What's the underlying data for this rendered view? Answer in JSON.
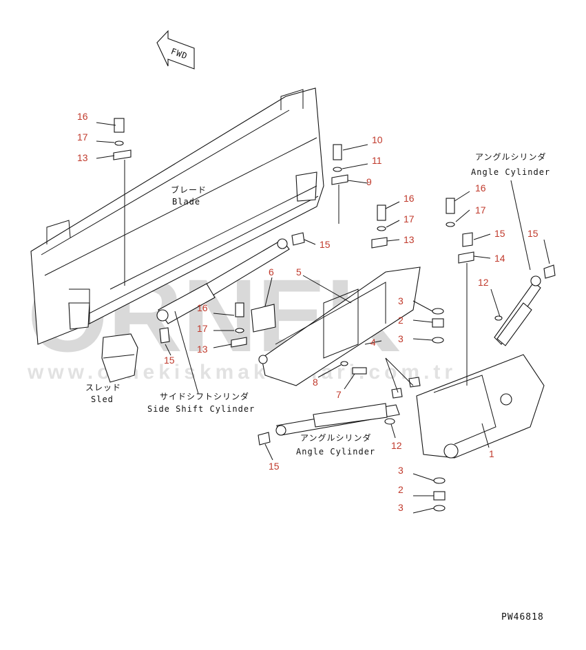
{
  "diagram": {
    "fwd_label": "FWD",
    "drawing_code": "PW46818",
    "watermark": {
      "brand": "ÖRNEK",
      "url": "www.ornekiskmakinalari.com.tr"
    },
    "component_labels": {
      "blade_jp": "ブレード",
      "blade_en": "Blade",
      "sled_jp": "スレッド",
      "sled_en": "Sled",
      "side_shift_jp": "サイドシフトシリンダ",
      "side_shift_en": "Side Shift Cylinder",
      "angle_cyl_jp": "アングルシリンダ",
      "angle_cyl_en": "Angle Cylinder",
      "angle_cyl2_jp": "アングルシリンダ",
      "angle_cyl2_en": "Angle Cylinder"
    },
    "callouts": {
      "c16a": "16",
      "c17a": "17",
      "c13a": "13",
      "c10": "10",
      "c11": "11",
      "c9": "9",
      "c16b": "16",
      "c17b": "17",
      "c13b": "13",
      "c16c": "16",
      "c17c": "17",
      "c14": "14",
      "c15a": "15",
      "c15b": "15",
      "c15c": "15",
      "c15d": "15",
      "c6": "6",
      "c5": "5",
      "c3a": "3",
      "c2a": "2",
      "c3b": "3",
      "c4": "4",
      "c12a": "12",
      "c12b": "12",
      "c16d": "16",
      "c17d": "17",
      "c13d": "13",
      "c8": "8",
      "c7": "7",
      "c1": "1",
      "c3c": "3",
      "c2b": "2",
      "c3d": "3"
    }
  }
}
